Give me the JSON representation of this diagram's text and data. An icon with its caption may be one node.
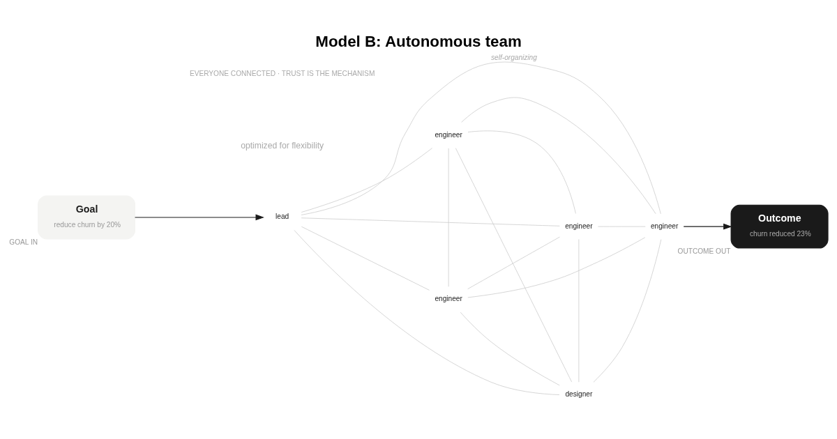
{
  "diagram": {
    "title": "Model B: Autonomous team",
    "nodes": [
      {
        "text": [
          "Goal",
          "reduce churn by 20%"
        ],
        "beside": [
          "GOAL IN"
        ]
      },
      {
        "text": [
          "lead"
        ]
      },
      {
        "text": [
          "engineer"
        ]
      },
      {
        "text": [
          "engineer"
        ]
      },
      {
        "text": [
          "engineer"
        ]
      },
      {
        "text": [
          "engineer"
        ]
      },
      {
        "text": [
          "designer"
        ]
      },
      {
        "text": [
          "Outcome",
          "churn reduced 23%"
        ],
        "beside": [
          "OUTCOME OUT"
        ]
      }
    ],
    "edges": [
      {
        "from": 0,
        "to": 1,
        "arrow": "to",
        "color": "#1a1a1a"
      },
      {
        "from": 1,
        "to": 2,
        "arrow": "none"
      },
      {
        "from": 1,
        "to": 3,
        "arrow": "none"
      },
      {
        "from": 1,
        "to": 4,
        "arrow": "none",
        "label": "self-organizing"
      },
      {
        "from": 1,
        "to": 5,
        "arrow": "none"
      },
      {
        "from": 1,
        "to": 6,
        "arrow": "none"
      },
      {
        "from": 2,
        "to": 3,
        "arrow": "none"
      },
      {
        "from": 2,
        "to": 4,
        "arrow": "none"
      },
      {
        "from": 2,
        "to": 5,
        "arrow": "none"
      },
      {
        "from": 2,
        "to": 6,
        "arrow": "none"
      },
      {
        "from": 3,
        "to": 4,
        "arrow": "none"
      },
      {
        "from": 3,
        "to": 5,
        "arrow": "none"
      },
      {
        "from": 3,
        "to": 6,
        "arrow": "none"
      },
      {
        "from": 4,
        "to": 5,
        "arrow": "none"
      },
      {
        "from": 4,
        "to": 6,
        "arrow": "none"
      },
      {
        "from": 5,
        "to": 6,
        "arrow": "none"
      },
      {
        "from": 4,
        "to": 7,
        "arrow": "to",
        "color": "#1a1a1a"
      }
    ],
    "labels": [
      "optimized for flexibility",
      "EVERYONE CONNECTED · TRUST IS THE MECHANISM"
    ]
  }
}
